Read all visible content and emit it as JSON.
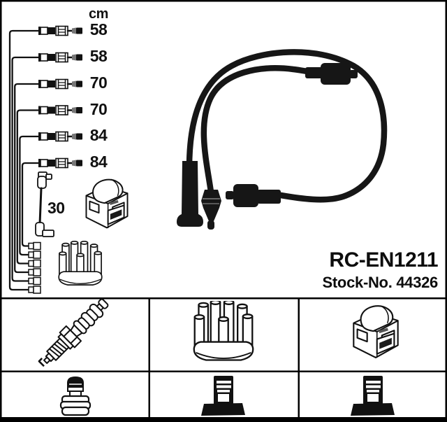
{
  "product": {
    "part_number": "RC-EN1211",
    "stock_number": "Stock-No. 44326"
  },
  "measurements": {
    "unit_header": "cm",
    "cable_lengths": [
      "58",
      "58",
      "70",
      "70",
      "84",
      "84"
    ],
    "coil_wire_length": "30"
  },
  "diagram": {
    "left_schematic": "six-ignition-leads-with-lengths",
    "extra_items": [
      "coil-wire",
      "ignition-coil",
      "distributor-cap"
    ],
    "right_photo": "two-black-ignition-cables"
  },
  "compatibility_grid": {
    "rows": [
      {
        "cells": [
          "spark-plug-icon",
          "distributor-cap-icon",
          "ignition-coil-icon"
        ]
      },
      {
        "cells": [
          "plug-boot-terminal-icon",
          "straight-terminal-icon",
          "straight-terminal-icon"
        ]
      }
    ]
  },
  "colors": {
    "background": "#ffffff",
    "line_art": "#111111",
    "cable_black": "#161616",
    "border": "#000000"
  }
}
